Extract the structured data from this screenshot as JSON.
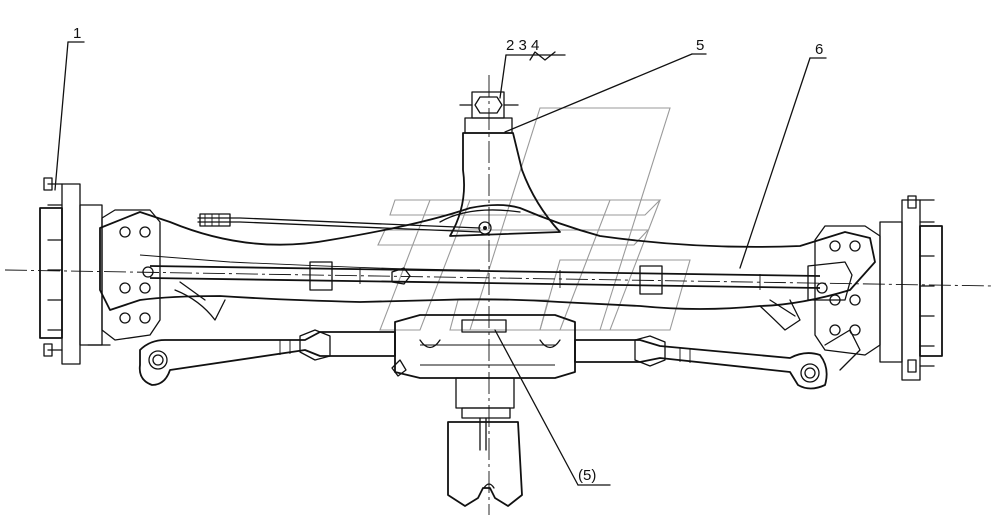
{
  "callouts": [
    {
      "id": "c1",
      "text": "1"
    },
    {
      "id": "c234",
      "text": "2 3 4"
    },
    {
      "id": "c5",
      "text": "5"
    },
    {
      "id": "c6",
      "text": "6"
    },
    {
      "id": "c5p",
      "text": "(5)"
    }
  ]
}
